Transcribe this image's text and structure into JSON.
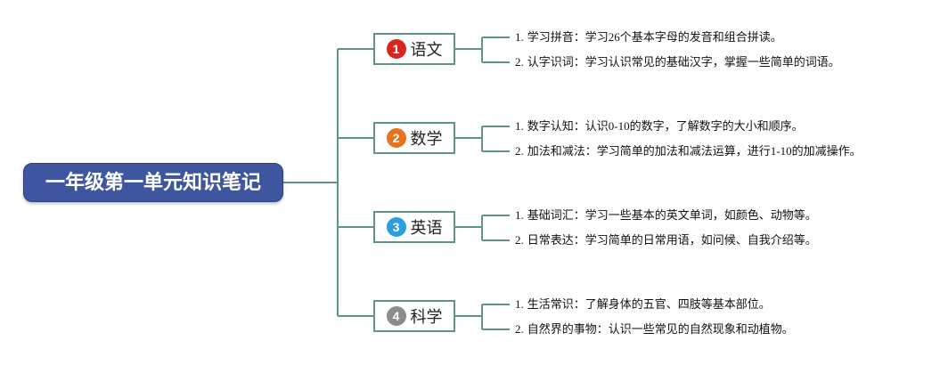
{
  "root": {
    "title": "一年级第一单元知识笔记"
  },
  "colors": {
    "root_fill": "#3e55a0",
    "connector": "#5f9586",
    "badges": [
      "#d9261c",
      "#e8731f",
      "#2b9fdc",
      "#8c8c8c"
    ]
  },
  "branches": [
    {
      "number": "1",
      "label": "语文",
      "items": [
        {
          "index": "1.",
          "text": "学习拼音：学习26个基本字母的发音和组合拼读。"
        },
        {
          "index": "2.",
          "text": "认字识词：学习认识常见的基础汉字，掌握一些简单的词语。"
        }
      ]
    },
    {
      "number": "2",
      "label": "数学",
      "items": [
        {
          "index": "1.",
          "text": "数字认知：认识0-10的数字，了解数字的大小和顺序。"
        },
        {
          "index": "2.",
          "text": "加法和减法：学习简单的加法和减法运算，进行1-10的加减操作。"
        }
      ]
    },
    {
      "number": "3",
      "label": "英语",
      "items": [
        {
          "index": "1.",
          "text": "基础词汇：学习一些基本的英文单词，如颜色、动物等。"
        },
        {
          "index": "2.",
          "text": "日常表达：学习简单的日常用语，如问候、自我介绍等。"
        }
      ]
    },
    {
      "number": "4",
      "label": "科学",
      "items": [
        {
          "index": "1.",
          "text": "生活常识：了解身体的五官、四肢等基本部位。"
        },
        {
          "index": "2.",
          "text": "自然界的事物：认识一些常见的自然现象和动植物。"
        }
      ]
    }
  ]
}
